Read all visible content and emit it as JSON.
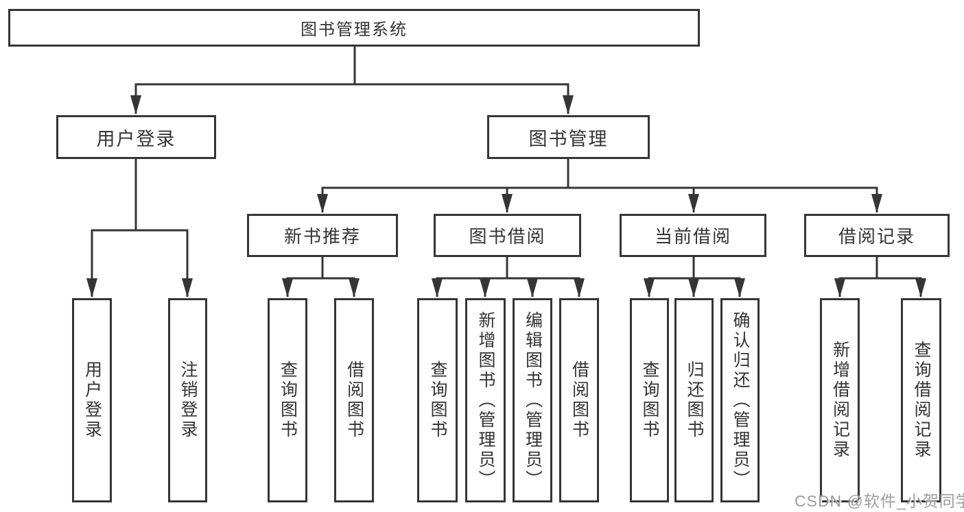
{
  "tree": {
    "root": {
      "label": "图书管理系统"
    },
    "user_login": {
      "label": "用户登录",
      "leaves": [
        "用户登录",
        "注销登录"
      ]
    },
    "book_management": {
      "label": "图书管理"
    },
    "groups": [
      {
        "label": "新书推荐",
        "leaves": [
          "查询图书",
          "借阅图书"
        ]
      },
      {
        "label": "图书借阅",
        "leaves": [
          "查询图书",
          "新增图书（管理员）",
          "编辑图书（管理员）",
          "借阅图书"
        ]
      },
      {
        "label": "当前借阅",
        "leaves": [
          "查询图书",
          "归还图书",
          "确认归还（管理员）"
        ]
      },
      {
        "label": "借阅记录",
        "leaves": [
          "新增借阅记录",
          "查询借阅记录"
        ]
      }
    ]
  },
  "watermark": "CSDN @软件_小贺同学",
  "colors": {
    "line": "#353535",
    "text": "#333333",
    "watermark": "#9c9c9c",
    "background": "#ffffff"
  }
}
